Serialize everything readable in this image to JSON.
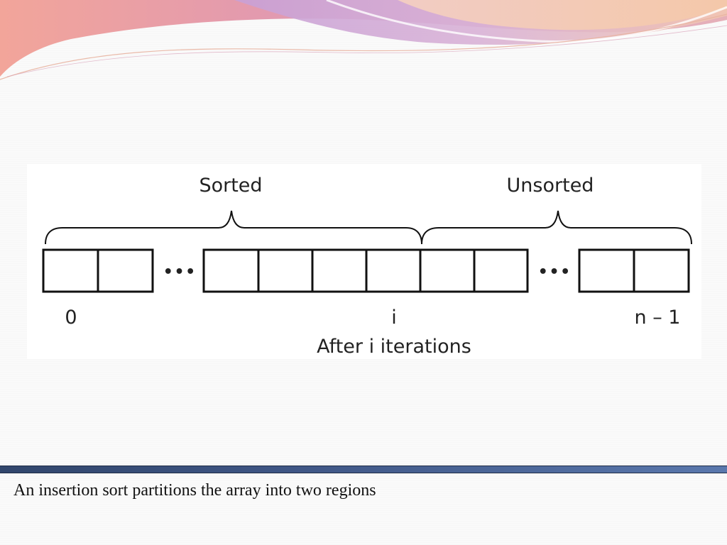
{
  "diagram": {
    "labels": {
      "sorted": "Sorted",
      "unsorted": "Unsorted",
      "index_start": "0",
      "index_i": "i",
      "index_end": "n – 1",
      "iteration_note": "After i iterations"
    },
    "ellipsis": "• • •"
  },
  "caption": "An insertion sort partitions the array into two regions",
  "colors": {
    "banner_pink": "#e49aa6",
    "banner_lavender": "#c9a6d8",
    "banner_peach": "#f4c9b0",
    "divider_navy": "#3f5685",
    "cell_stroke": "#111111"
  }
}
